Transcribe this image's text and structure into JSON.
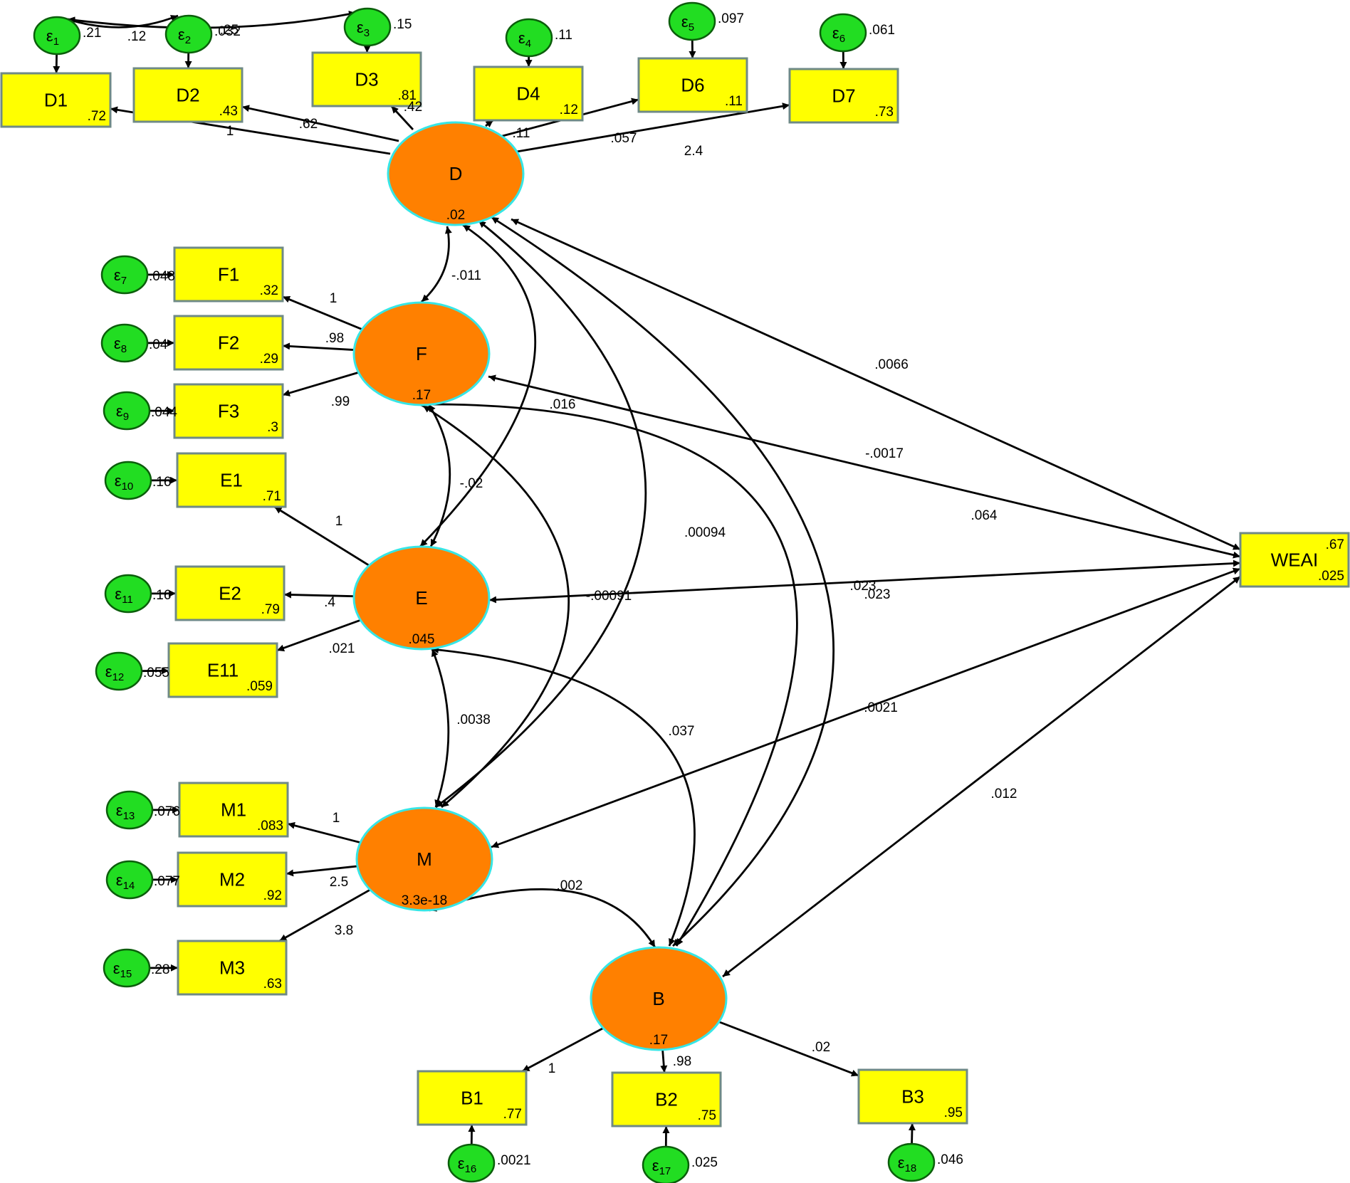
{
  "latents": [
    {
      "id": "D",
      "label": "D",
      "value": ".02"
    },
    {
      "id": "F",
      "label": "F",
      "value": ".17"
    },
    {
      "id": "E",
      "label": "E",
      "value": ".045"
    },
    {
      "id": "M",
      "label": "M",
      "value": "3.3e-18"
    },
    {
      "id": "B",
      "label": "B",
      "value": ".17"
    }
  ],
  "observed": [
    {
      "id": "D1",
      "label": "D1",
      "value": ".72"
    },
    {
      "id": "D2",
      "label": "D2",
      "value": ".43"
    },
    {
      "id": "D3",
      "label": "D3",
      "value": ".81"
    },
    {
      "id": "D4",
      "label": "D4",
      "value": ".12"
    },
    {
      "id": "D6",
      "label": "D6",
      "value": ".11"
    },
    {
      "id": "D7",
      "label": "D7",
      "value": ".73"
    },
    {
      "id": "F1",
      "label": "F1",
      "value": ".32"
    },
    {
      "id": "F2",
      "label": "F2",
      "value": ".29"
    },
    {
      "id": "F3",
      "label": "F3",
      "value": ".3"
    },
    {
      "id": "E1",
      "label": "E1",
      "value": ".71"
    },
    {
      "id": "E2",
      "label": "E2",
      "value": ".79"
    },
    {
      "id": "E11",
      "label": "E11",
      "value": ".059"
    },
    {
      "id": "M1",
      "label": "M1",
      "value": ".083"
    },
    {
      "id": "M2",
      "label": "M2",
      "value": ".92"
    },
    {
      "id": "M3",
      "label": "M3",
      "value": ".63"
    },
    {
      "id": "B1",
      "label": "B1",
      "value": ".77"
    },
    {
      "id": "B2",
      "label": "B2",
      "value": ".75"
    },
    {
      "id": "B3",
      "label": "B3",
      "value": ".95"
    },
    {
      "id": "WEAI",
      "label": "WEAI",
      "value": ".025",
      "value2": ".67"
    }
  ],
  "errors": [
    {
      "id": "e1",
      "symbol": "ε",
      "sub": "1",
      "variance": ".21"
    },
    {
      "id": "e2",
      "symbol": "ε",
      "sub": "2",
      "variance": ".032"
    },
    {
      "id": "e3",
      "symbol": "ε",
      "sub": "3",
      "variance": ".15"
    },
    {
      "id": "e4",
      "symbol": "ε",
      "sub": "4",
      "variance": ".11"
    },
    {
      "id": "e5",
      "symbol": "ε",
      "sub": "5",
      "variance": ".097"
    },
    {
      "id": "e6",
      "symbol": "ε",
      "sub": "6",
      "variance": ".061"
    },
    {
      "id": "e7",
      "symbol": "ε",
      "sub": "7",
      "variance": ".048"
    },
    {
      "id": "e8",
      "symbol": "ε",
      "sub": "8",
      "variance": ".04"
    },
    {
      "id": "e9",
      "symbol": "ε",
      "sub": "9",
      "variance": ".044"
    },
    {
      "id": "e10",
      "symbol": "ε",
      "sub": "10",
      "variance": ".16"
    },
    {
      "id": "e11",
      "symbol": "ε",
      "sub": "11",
      "variance": ".16"
    },
    {
      "id": "e12",
      "symbol": "ε",
      "sub": "12",
      "variance": ".055"
    },
    {
      "id": "e13",
      "symbol": "ε",
      "sub": "13",
      "variance": ".076"
    },
    {
      "id": "e14",
      "symbol": "ε",
      "sub": "14",
      "variance": ".077"
    },
    {
      "id": "e15",
      "symbol": "ε",
      "sub": "15",
      "variance": ".28"
    },
    {
      "id": "e16",
      "symbol": "ε",
      "sub": "16",
      "variance": ".0021"
    },
    {
      "id": "e17",
      "symbol": "ε",
      "sub": "17",
      "variance": ".025"
    },
    {
      "id": "e18",
      "symbol": "ε",
      "sub": "18",
      "variance": ".046"
    }
  ],
  "error_covariances": [
    {
      "from": "e1",
      "to": "e2",
      "value": ".12"
    },
    {
      "from": "e1",
      "to": "e3",
      "value": ".25"
    }
  ],
  "loadings": [
    {
      "from": "D",
      "to": "D1",
      "value": "1"
    },
    {
      "from": "D",
      "to": "D2",
      "value": ".62"
    },
    {
      "from": "D",
      "to": "D3",
      "value": ".42"
    },
    {
      "from": "D",
      "to": "D4",
      "value": ".11"
    },
    {
      "from": "D",
      "to": "D6",
      "value": ".057"
    },
    {
      "from": "D",
      "to": "D7",
      "value": "2.4"
    },
    {
      "from": "F",
      "to": "F1",
      "value": "1"
    },
    {
      "from": "F",
      "to": "F2",
      "value": ".98"
    },
    {
      "from": "F",
      "to": "F3",
      "value": ".99"
    },
    {
      "from": "E",
      "to": "E1",
      "value": "1"
    },
    {
      "from": "E",
      "to": "E2",
      "value": ".4"
    },
    {
      "from": "E",
      "to": "E11",
      "value": ".021"
    },
    {
      "from": "M",
      "to": "M1",
      "value": "1"
    },
    {
      "from": "M",
      "to": "M2",
      "value": "2.5"
    },
    {
      "from": "M",
      "to": "M3",
      "value": "3.8"
    },
    {
      "from": "B",
      "to": "B1",
      "value": "1"
    },
    {
      "from": "B",
      "to": "B2",
      "value": ".98"
    },
    {
      "from": "B",
      "to": "B3",
      "value": ".02"
    }
  ],
  "latent_covariances": [
    {
      "from": "D",
      "to": "F",
      "value": "-.011"
    },
    {
      "from": "D",
      "to": "E",
      "value": ".016"
    },
    {
      "from": "D",
      "to": "M",
      "value": ".00094"
    },
    {
      "from": "D",
      "to": "B",
      "value": ".064"
    },
    {
      "from": "F",
      "to": "E",
      "value": "-.02"
    },
    {
      "from": "F",
      "to": "M",
      "value": "-.00091"
    },
    {
      "from": "F",
      "to": "B",
      "value": ".0021"
    },
    {
      "from": "E",
      "to": "M",
      "value": ".0038"
    },
    {
      "from": "E",
      "to": "B",
      "value": ".037"
    },
    {
      "from": "M",
      "to": "B",
      "value": ".002"
    }
  ],
  "weai_covariances": [
    {
      "from": "D",
      "to": "WEAI",
      "value": ".0066"
    },
    {
      "from": "F",
      "to": "WEAI",
      "value": "-.0017"
    },
    {
      "from": "E",
      "to": "WEAI",
      "value": ".023"
    },
    {
      "from": "M",
      "to": "WEAI",
      "value": ".023"
    },
    {
      "from": "B",
      "to": "WEAI",
      "value": ".012"
    }
  ]
}
